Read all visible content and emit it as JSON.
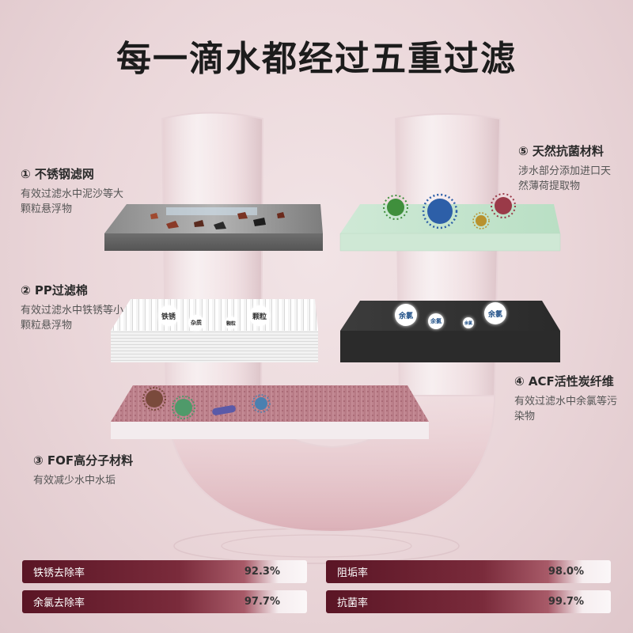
{
  "title": "每一滴水都经过五重过滤",
  "layers": [
    {
      "head": "① 不锈钢滤网",
      "desc": "有效过滤水中泥沙等大颗粒悬浮物"
    },
    {
      "head": "② PP过滤棉",
      "desc": "有效过滤水中铁锈等小颗粒悬浮物"
    },
    {
      "head": "③ FOF高分子材料",
      "desc": "有效减少水中水垢"
    },
    {
      "head": "④ ACF活性炭纤维",
      "desc": "有效过滤水中余氯等污染物"
    },
    {
      "head": "⑤ 天然抗菌材料",
      "desc": "涉水部分添加进口天然薄荷提取物"
    }
  ],
  "badges": {
    "pp": [
      "铁锈",
      "杂质",
      "颗粒",
      "颗粒"
    ],
    "acf": [
      "余氯",
      "余氯",
      "余氯",
      "余氯"
    ]
  },
  "stats": [
    {
      "label": "铁锈去除率",
      "value": "92.3%"
    },
    {
      "label": "阻垢率",
      "value": "98.0%"
    },
    {
      "label": "余氯去除率",
      "value": "97.7%"
    },
    {
      "label": "抗菌率",
      "value": "99.7%"
    }
  ],
  "colors": {
    "accent": "#6a1f30",
    "background": "#ead6d9"
  }
}
